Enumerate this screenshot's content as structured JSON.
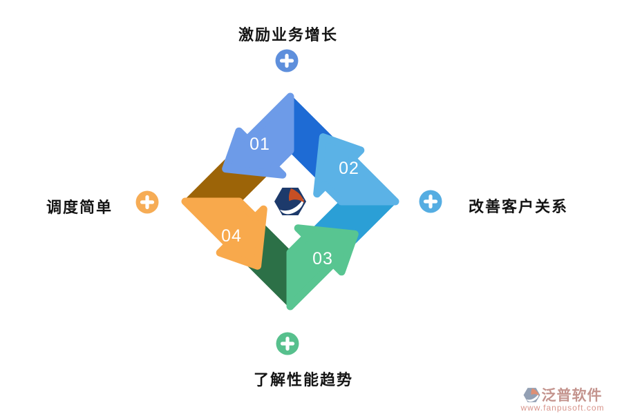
{
  "nodes": {
    "top": {
      "label": "激励业务增长",
      "icon": "plus",
      "color": "#5E8FDC"
    },
    "right": {
      "label": "改善客户关系",
      "icon": "plus",
      "color": "#55ADE2"
    },
    "bottom": {
      "label": "了解性能趋势",
      "icon": "plus",
      "color": "#57C08D"
    },
    "left": {
      "label": "调度简单",
      "icon": "plus",
      "color": "#F6AC55"
    }
  },
  "ring": {
    "steps": [
      {
        "number": "01",
        "light": "#6D9BE8",
        "dark": "#1E6BD4"
      },
      {
        "number": "02",
        "light": "#5BB2E6",
        "dark": "#2B9FD6"
      },
      {
        "number": "03",
        "light": "#58C591",
        "dark": "#2C7047"
      },
      {
        "number": "04",
        "light": "#F8A94C",
        "dark": "#9C6408"
      }
    ],
    "logo": {
      "hexagon": "#1D3A6B",
      "accent": "#C64F24",
      "swoosh": "#FFFFFF"
    }
  },
  "watermark": {
    "brand": "泛普软件",
    "url": "www.fanpusoft.com",
    "brand_color": "#C4948E",
    "url_color": "#D8948B",
    "logo_hexagon": "#93A0B4",
    "logo_accent": "#DE8F74"
  }
}
